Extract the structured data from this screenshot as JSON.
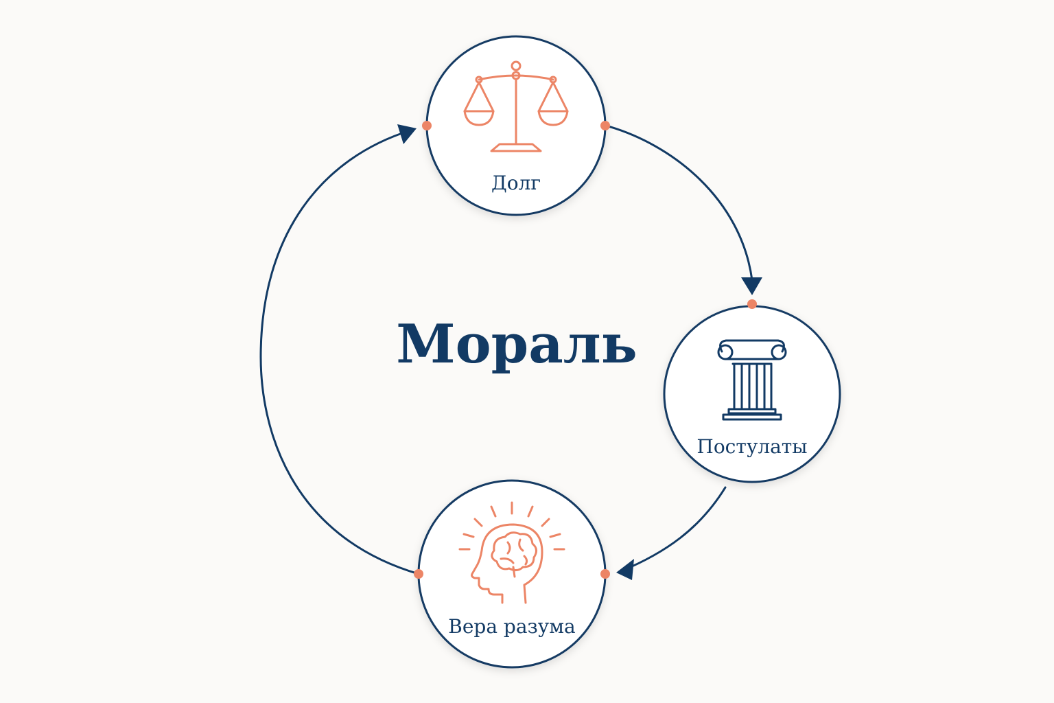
{
  "title": "Мораль",
  "nodes": [
    {
      "id": "duty",
      "label": "Долг",
      "icon": "scales-icon"
    },
    {
      "id": "postulates",
      "label": "Постулаты",
      "icon": "column-icon"
    },
    {
      "id": "faith",
      "label": "Вера разума",
      "icon": "brain-head-icon"
    }
  ],
  "colors": {
    "navy": "#123a64",
    "accent": "#ec8566",
    "background": "#fbfaf8"
  }
}
